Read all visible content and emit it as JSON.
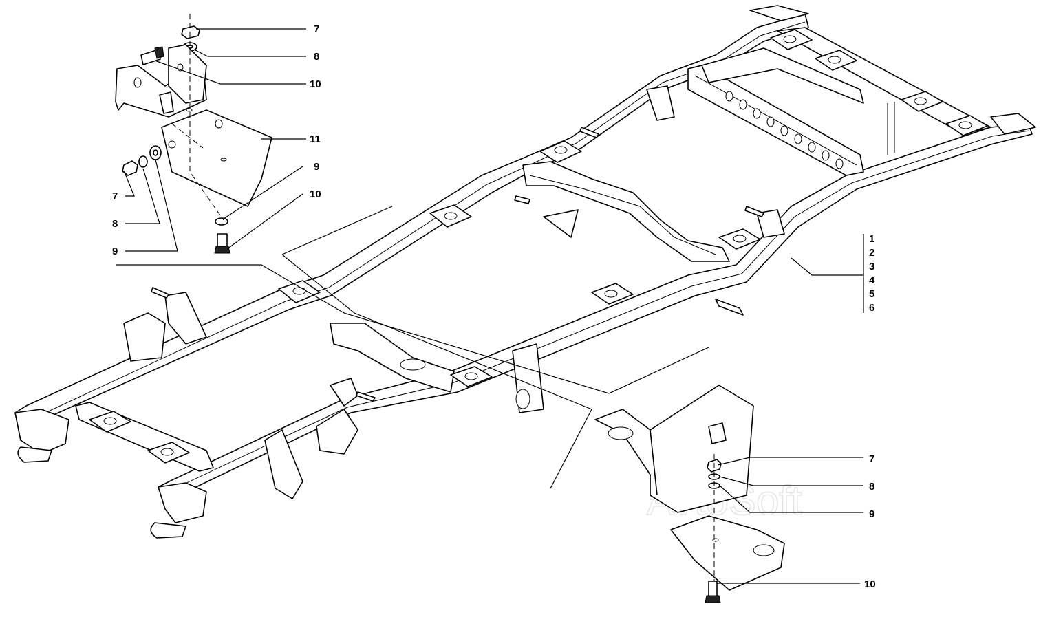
{
  "callouts": {
    "top_7": "7",
    "top_8": "8",
    "top_10a": "10",
    "top_11": "11",
    "top_9": "9",
    "top_10b": "10",
    "left_7": "7",
    "left_8": "8",
    "left_9": "9",
    "group": [
      "1",
      "2",
      "3",
      "4",
      "5",
      "6"
    ],
    "br_7": "7",
    "br_8": "8",
    "br_9": "9",
    "br_10": "10"
  },
  "watermark": "AvtoSoft"
}
